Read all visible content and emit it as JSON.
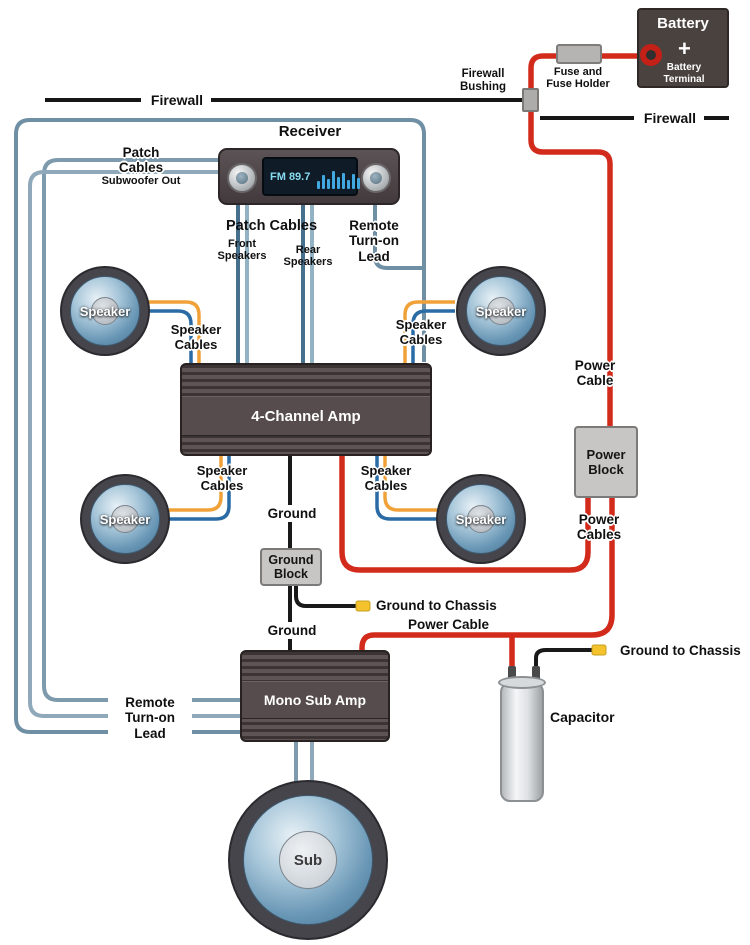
{
  "firewall": {
    "left_label": "Firewall",
    "right_label": "Firewall"
  },
  "bushing": {
    "label": "Firewall Bushing"
  },
  "battery": {
    "title": "Battery",
    "plus": "+",
    "terminal_label": "Battery Terminal"
  },
  "fuse": {
    "label": "Fuse and Fuse Holder"
  },
  "receiver": {
    "title": "Receiver",
    "display": "FM 89.7",
    "bars": [
      8,
      14,
      10,
      18,
      12,
      16,
      9,
      15,
      11
    ]
  },
  "patch": {
    "subwoofer_title": "Patch Cables",
    "subwoofer_sub": "Subwoofer Out",
    "main_title": "Patch Cables",
    "front": "Front Speakers",
    "rear": "Rear Speakers",
    "remote_top": "Remote Turn-on Lead",
    "remote_bottom": "Remote Turn-on Lead"
  },
  "amps": {
    "four_channel": "4-Channel Amp",
    "mono_sub": "Mono Sub Amp"
  },
  "blocks": {
    "power": "Power Block",
    "ground": "Ground Block"
  },
  "speakers": {
    "front_left": "Speaker",
    "front_right": "Speaker",
    "rear_left": "Speaker",
    "rear_right": "Speaker",
    "sub": "Sub"
  },
  "cables": {
    "speaker_front_left": "Speaker Cables",
    "speaker_front_right": "Speaker Cables",
    "speaker_rear_left": "Speaker Cables",
    "speaker_rear_right": "Speaker Cables",
    "power_main": "Power Cable",
    "power_pair": "Power Cables",
    "power_sub": "Power Cable",
    "ground_upper": "Ground",
    "ground_lower": "Ground",
    "ground_chassis_upper": "Ground to Chassis",
    "ground_chassis_lower": "Ground to Chassis"
  },
  "capacitor": {
    "label": "Capacitor"
  },
  "colors": {
    "power_cable": "#d22b1c",
    "ground_cable": "#191919",
    "signal_cable": "#7e9aad",
    "patch_dark": "#46708c",
    "patch_light": "#93b2c4",
    "speaker_orange": "#f0a238",
    "speaker_blue": "#2a6aa5",
    "terminal_yellow": "#f3c22d"
  }
}
